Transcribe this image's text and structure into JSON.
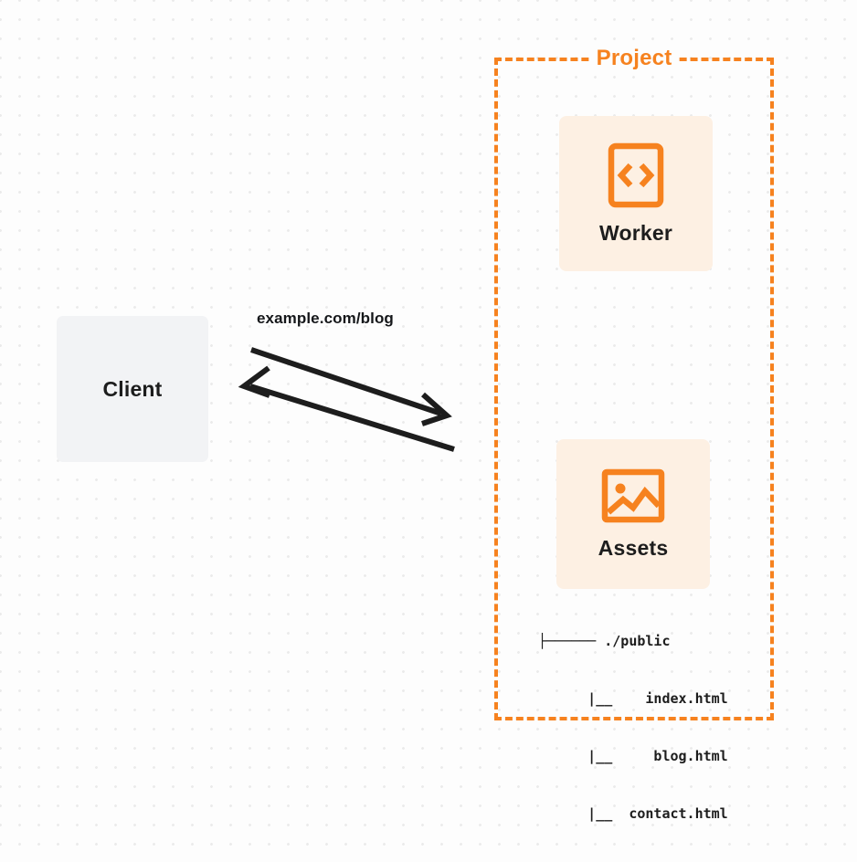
{
  "canvas": {
    "background_color": "#fdfdfd",
    "dot_color": "#ebebeb",
    "accent_color": "#f6821f",
    "card_color": "#fdf0e3",
    "client_color": "#f2f3f5",
    "text_color": "#1d1d1d"
  },
  "client": {
    "label": "Client"
  },
  "connection": {
    "label": "example.com/blog",
    "request_direction": "right",
    "response_direction": "left"
  },
  "project": {
    "title": "Project",
    "nodes": [
      {
        "id": "worker",
        "label": "Worker",
        "icon": "code-brackets-icon"
      },
      {
        "id": "assets",
        "label": "Assets",
        "icon": "image-icon"
      }
    ],
    "file_tree": [
      "├────── ./public",
      "      |__    index.html",
      "      |__     blog.html",
      "      |__  contact.html"
    ]
  }
}
